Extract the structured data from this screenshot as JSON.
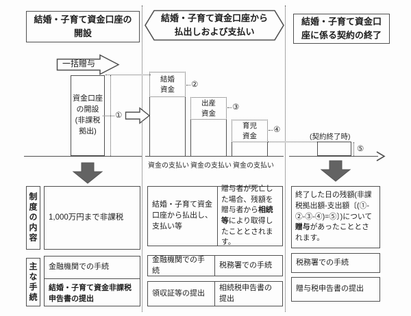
{
  "phases": {
    "open": {
      "title": "結婚・子育て資金口座の\n開設"
    },
    "payout": {
      "title": "結婚・子育て資金口座から\n払出しおよび支払い"
    },
    "end": {
      "title": "結婚・子育て資金口\n座に係る契約の終了"
    }
  },
  "diagram": {
    "lump_gift": "一括贈与",
    "account_box": "資金口座\nの開設\n(非課税\n拠出)",
    "step1": "①",
    "funds": [
      {
        "label": "結婚\n資金",
        "num": "②"
      },
      {
        "label": "出産\n資金",
        "num": "③"
      },
      {
        "label": "育児\n資金",
        "num": "④"
      }
    ],
    "payments": [
      "資金の支払い",
      "資金の支払い",
      "資金の支払い"
    ],
    "contract_end_note": "(契約終了時)",
    "step5": "⑤"
  },
  "table": {
    "system_label": "制度の内容",
    "procedure_label": "主な手続",
    "system": {
      "open": "1,000万円まで非課税",
      "payout": "結婚・子育て資金口座から払出し、支払い等",
      "death": {
        "pre": "贈与者が死亡した場合、残額を贈与者から",
        "bold": "相続等",
        "post": "により取得したこととされます。"
      },
      "end": {
        "pre": "終了した日の残額(非課税拠出額-支出額〔(①-②-③-④)=⑤〕)について",
        "bold": "贈与",
        "post": "があったこととされます。"
      }
    },
    "procedures": {
      "open": {
        "place": "金融機関での手続",
        "doc": "結婚・子育て資金非課税申告書の提出"
      },
      "payout": {
        "place": "金融機関での手続",
        "doc": "領収証等の提出"
      },
      "death": {
        "place": "税務署での手続",
        "doc": "相続税申告書の提出"
      },
      "end": {
        "place": "税務署での手続",
        "doc": "贈与税申告書の提出"
      }
    }
  },
  "colors": {
    "line": "#4f4f4f",
    "arrow_fill": "#636363",
    "background": "#fdfdfd"
  }
}
